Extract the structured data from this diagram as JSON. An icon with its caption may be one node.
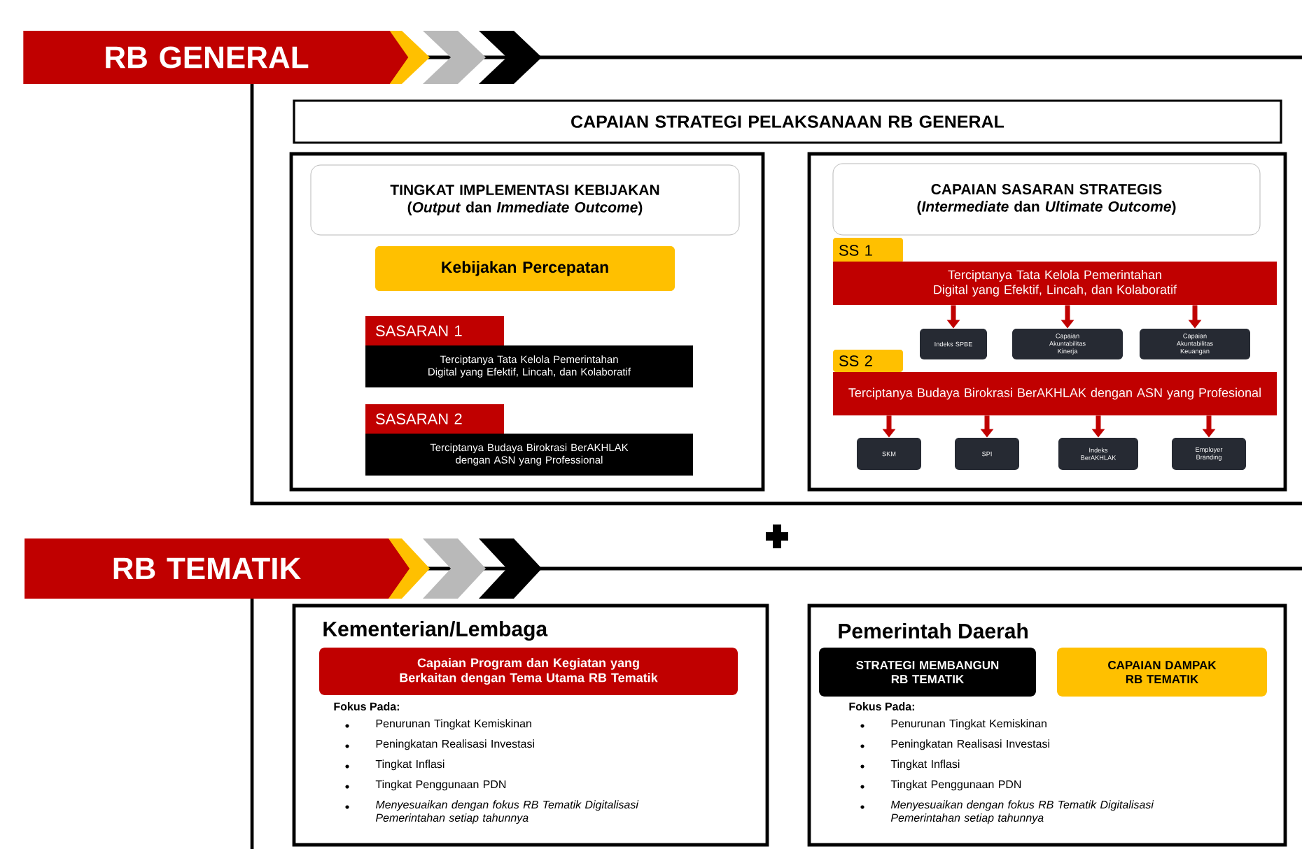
{
  "diagram": {
    "nodes": [
      {
        "text": [
          "RB GENERAL"
        ]
      },
      {
        "text": [
          "CAPAIAN STRATEGI PELAKSANAAN RB GENERAL"
        ]
      },
      {
        "text": [],
        "shape": "box"
      },
      {
        "text": [
          "TINGKAT IMPLEMENTASI KEBIJAKAN",
          "(*Output* dan *Immediate Outcome*)"
        ],
        "in": 2
      },
      {
        "text": [
          "Kebijakan Percepatan"
        ],
        "in": 2
      },
      {
        "text": [
          "SASARAN 1"
        ],
        "in": 2
      },
      {
        "text": [
          "Terciptanya Tata Kelola Pemerintahan Digital yang Efektif, Lincah, dan Kolaboratif"
        ],
        "in": 2
      },
      {
        "text": [
          "SASARAN 2"
        ],
        "in": 2
      },
      {
        "text": [
          "Terciptanya Budaya Birokrasi BerAKHLAK dengan ASN yang Professional"
        ],
        "in": 2
      },
      {
        "text": [],
        "shape": "box"
      },
      {
        "text": [
          "CAPAIAN SASARAN STRATEGIS",
          "(*Intermediate* dan *Ultimate Outcome*)"
        ],
        "in": 9
      },
      {
        "text": [
          "SS 1"
        ],
        "in": 9
      },
      {
        "text": [
          "Terciptanya Tata Kelola Pemerintahan Digital yang Efektif, Lincah, dan Kolaboratif"
        ],
        "in": 9
      },
      {
        "text": [
          "Indeks SPBE"
        ],
        "in": 9
      },
      {
        "text": [
          "Capaian Akuntabilitas Kinerja"
        ],
        "in": 9
      },
      {
        "text": [
          "Capaian Akuntabilitas Keuangan"
        ],
        "in": 9
      },
      {
        "text": [
          "SS 2"
        ],
        "in": 9
      },
      {
        "text": [
          "Terciptanya Budaya Birokrasi BerAKHLAK dengan ASN yang Profesional"
        ],
        "in": 9
      },
      {
        "text": [
          "SKM"
        ],
        "in": 9
      },
      {
        "text": [
          "SPI"
        ],
        "in": 9
      },
      {
        "text": [
          "Indeks BerAKHLAK"
        ],
        "in": 9
      },
      {
        "text": [
          "Employer Branding"
        ],
        "in": 9
      },
      {
        "text": [
          "RB TEMATIK"
        ]
      },
      {
        "text": [
          "Kementerian/Lembaga",
          "Fokus Pada:",
          "Penurunan Tingkat Kemiskinan",
          "Peningkatan Realisasi Investasi",
          "Tingkat Inflasi",
          "Tingkat Penggunaan PDN",
          "Menyesuaikan dengan fokus RB Tematik Digitalisasi Pemerintahan setiap tahunnya"
        ]
      },
      {
        "text": [
          "Capaian Program dan Kegiatan yang Berkaitan dengan Tema Utama RB Tematik"
        ],
        "in": 23
      },
      {
        "text": [
          "Pemerintah Daerah",
          "Fokus Pada:",
          "Penurunan Tingkat Kemiskinan",
          "Peningkatan Realisasi Investasi",
          "Tingkat Inflasi",
          "Tingkat Penggunaan PDN",
          "Menyesuaikan dengan fokus RB Tematik Digitalisasi Pemerintahan setiap tahunnya"
        ]
      },
      {
        "text": [
          "STRATEGI MEMBANGUN RB TEMATIK"
        ],
        "in": 25
      },
      {
        "text": [
          "CAPAIAN DAMPAK RB TEMATIK"
        ],
        "in": 25
      }
    ],
    "edges": [
      {
        "from": 12,
        "to": 13,
        "arrow": "to"
      },
      {
        "from": 12,
        "to": 14,
        "arrow": "to"
      },
      {
        "from": 12,
        "to": 15,
        "arrow": "to"
      },
      {
        "from": 17,
        "to": 18,
        "arrow": "to"
      },
      {
        "from": 17,
        "to": 19,
        "arrow": "to"
      },
      {
        "from": 17,
        "to": 20,
        "arrow": "to"
      },
      {
        "from": 17,
        "to": 21,
        "arrow": "to"
      }
    ]
  }
}
